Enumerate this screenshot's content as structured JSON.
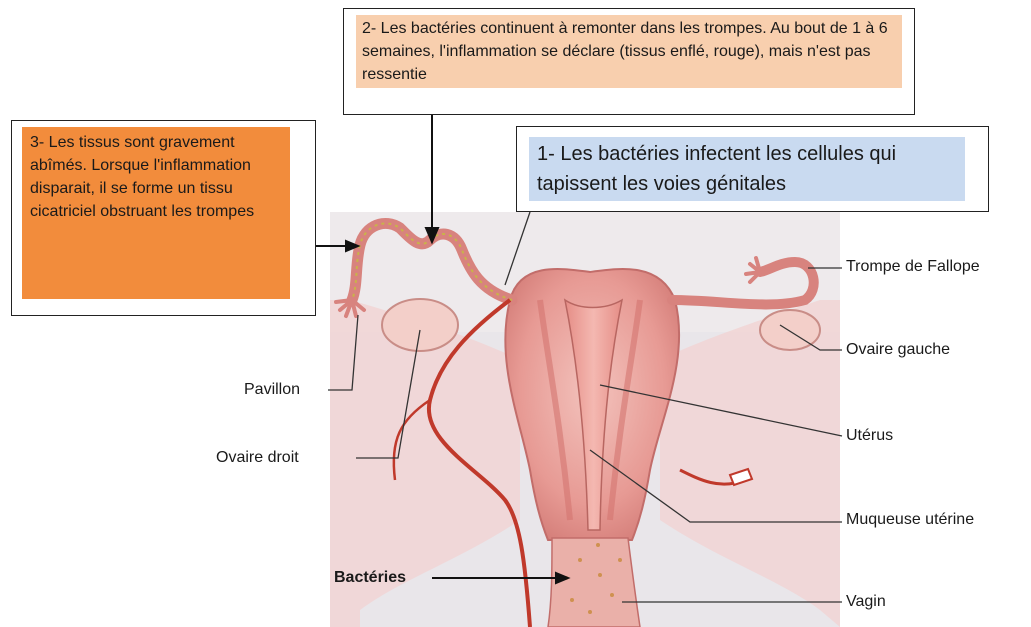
{
  "callouts": {
    "step1": "1- Les bactéries infectent les cellules qui tapissent les voies génitales",
    "step2": "2- Les bactéries continuent à remonter dans les trompes. Au bout de 1 à 6 semaines, l'inflammation se déclare (tissus enflé, rouge), mais n'est pas ressentie",
    "step3": "3- Les tissus sont gravement abîmés. Lorsque l'inflammation disparait, il se forme un tissu cicatriciel obstruant les trompes"
  },
  "labels": {
    "trompe": "Trompe de Fallope",
    "ovaire_gauche": "Ovaire gauche",
    "uterus": "Utérus",
    "muqueuse": "Muqueuse utérine",
    "vagin": "Vagin",
    "pavillon": "Pavillon",
    "ovaire_droit": "Ovaire droit",
    "bacteries": "Bactéries"
  },
  "colors": {
    "step1_fill": "#c9daf0",
    "step2_fill": "#f8cfae",
    "step3_fill": "#f28c3c",
    "tissue": "#e89a9a",
    "vessel": "#c0392b",
    "photo_bg": "#e9e6ea"
  }
}
